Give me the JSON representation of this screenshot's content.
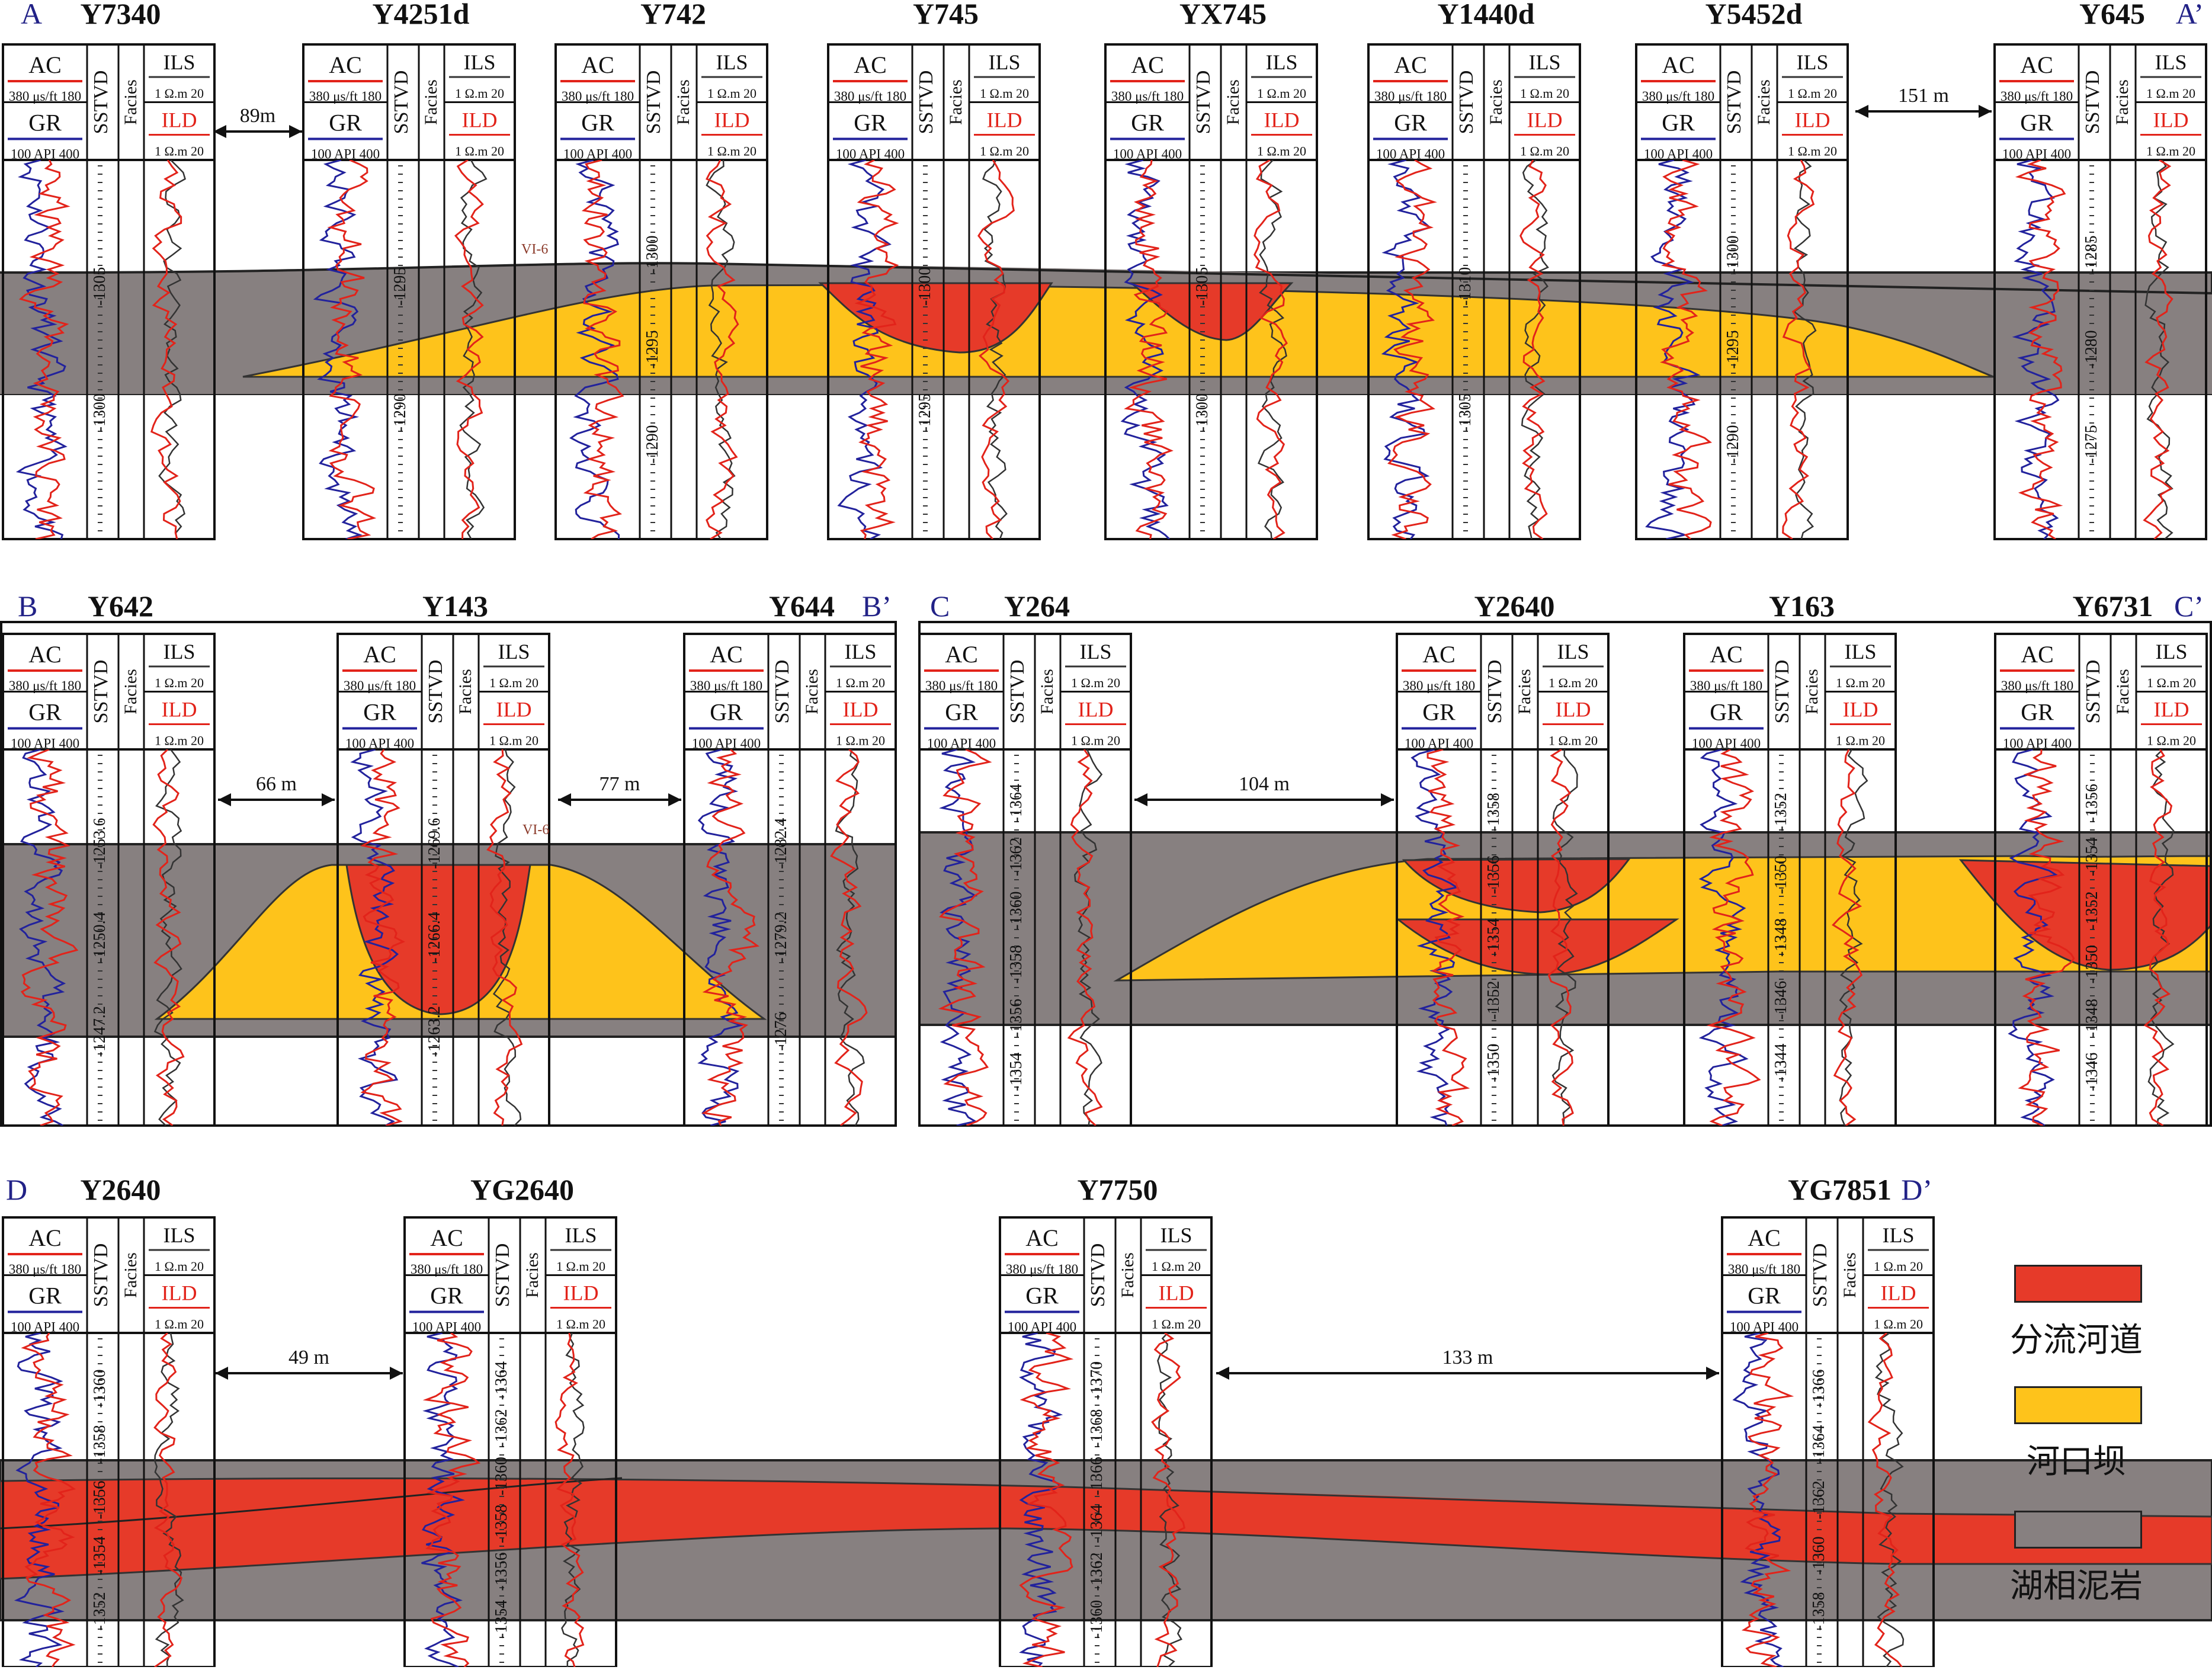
{
  "colors": {
    "channel": "#e63a29",
    "bar": "#fec31b",
    "mudstone": "#878080",
    "ac_curve": "#e2231a",
    "gr_curve": "#22229c",
    "ils_curve": "#333333",
    "ild_curve": "#e2231a",
    "section_letter": "#222287"
  },
  "header_labels": {
    "ac": "AC",
    "ac_scale": "380 μs/ft 180",
    "gr": "GR",
    "gr_scale": "100 API 400",
    "depth": "SSTVD",
    "facies": "Facies",
    "ils": "ILS",
    "ils_scale": "1  Ω.m  20",
    "ild": "ILD",
    "ild_scale": "1  Ω.m  20"
  },
  "layer_label": "VI-6",
  "sections": [
    {
      "start_label": "A",
      "end_label": "A’",
      "wells": [
        {
          "name": "Y7340",
          "depths": [
            "-1305",
            "-1300"
          ]
        },
        {
          "name": "Y4251d",
          "depths": [
            "-1295",
            "-1290"
          ]
        },
        {
          "name": "Y742",
          "depths": [
            "-1300",
            "-1295",
            "-1290"
          ]
        },
        {
          "name": "Y745",
          "depths": [
            "-1300",
            "-1295"
          ]
        },
        {
          "name": "YX745",
          "depths": [
            "-1305",
            "-1300"
          ]
        },
        {
          "name": "Y1440d",
          "depths": [
            "-1310",
            "-1305"
          ]
        },
        {
          "name": "Y5452d",
          "depths": [
            "-1300",
            "-1295",
            "-1290"
          ]
        },
        {
          "name": "Y645",
          "depths": [
            "-1285",
            "-1280",
            "-1275"
          ]
        }
      ],
      "spacings": [
        "89m",
        "151 m"
      ]
    },
    {
      "start_label": "B",
      "end_label": "B’",
      "wells": [
        {
          "name": "Y642",
          "depths": [
            "-1253.6",
            "-1250.4",
            "-1247.2"
          ]
        },
        {
          "name": "Y143",
          "depths": [
            "-1269.6",
            "-1266.4",
            "-1263.2"
          ]
        },
        {
          "name": "Y644",
          "depths": [
            "-1282.4",
            "-1279.2",
            "-1276"
          ]
        }
      ],
      "spacings": [
        "66 m",
        "77 m"
      ]
    },
    {
      "start_label": "C",
      "end_label": "C’",
      "wells": [
        {
          "name": "Y264",
          "depths": [
            "-1364",
            "-1362",
            "-1360",
            "-1358",
            "-1356",
            "-1354"
          ]
        },
        {
          "name": "Y2640",
          "depths": [
            "-1358",
            "-1356",
            "-1354",
            "-1352",
            "-1350"
          ]
        },
        {
          "name": "Y163",
          "depths": [
            "-1352",
            "-1350",
            "-1348",
            "-1346",
            "-1344"
          ]
        },
        {
          "name": "Y6731",
          "depths": [
            "-1356",
            "-1354",
            "-1352",
            "-1350",
            "-1348",
            "-1346"
          ]
        }
      ],
      "spacings": [
        "104 m"
      ]
    },
    {
      "start_label": "D",
      "end_label": "D’",
      "wells": [
        {
          "name": "Y2640",
          "depths": [
            "-1360",
            "-1358",
            "-1356",
            "-1354",
            "-1352"
          ]
        },
        {
          "name": "YG2640",
          "depths": [
            "-1364",
            "-1362",
            "-1360",
            "-1358",
            "-1356",
            "-1354"
          ]
        },
        {
          "name": "Y7750",
          "depths": [
            "-1370",
            "-1368",
            "-1366",
            "-1364",
            "-1362",
            "-1360"
          ]
        },
        {
          "name": "YG7851",
          "depths": [
            "-1366",
            "-1364",
            "-1362",
            "-1360",
            "-1358"
          ]
        }
      ],
      "spacings": [
        "49 m",
        "133 m"
      ]
    }
  ],
  "legend": [
    {
      "label": "分流河道",
      "color": "#e63a29"
    },
    {
      "label": "河口坝",
      "color": "#fec31b"
    },
    {
      "label": "湖相泥岩",
      "color": "#878080"
    }
  ]
}
